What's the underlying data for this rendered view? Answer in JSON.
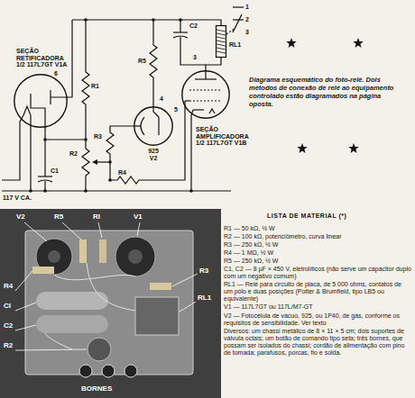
{
  "diagram": {
    "caption": "Diagrama esquemático do foto-relé. Dois métodos de conexão de relé ao equipamento controlado estão diagramados na página oposta.",
    "nodes": [
      {
        "text": [
          "SEÇÃO RETIFICADORA 1/2 117L7GT V1A"
        ]
      },
      {
        "text": [
          "925",
          "V2"
        ]
      },
      {
        "text": [
          "SEÇÃO AMPLIFICADORA 1/2 117L7GT V1B"
        ]
      },
      {
        "text": [
          "RL1"
        ]
      }
    ],
    "edges": [
      {
        "from": 2,
        "to": 3,
        "arrow": "none"
      }
    ],
    "labels": [
      "R1",
      "R2",
      "R3",
      "R4",
      "R5",
      "C1",
      "C2",
      "117 V CA.",
      "6",
      "4",
      "3",
      "5",
      "1",
      "2",
      "3",
      "LISTA DE MATERIAL (*)",
      "R1 — 50 kΩ, ½ W",
      "R2 — 100 kΩ, potenciômetro, curva linear",
      "R3 — 250 kΩ, ½ W",
      "R4 — 1 MΩ, ½ W",
      "R5 — 250 kΩ, ½ W",
      "C1, C2 — 8 µF × 450 V, eletrolíticos (não serve um capacitor duplo com um negativo comum)",
      "RL1 — Relé para circuito de placa, de 5 000 ohms, contatos de um pólo e duas posições (Potter & Brumfield, tipo LB5 ou equivalente)",
      "V1 — 117L7GT ou 117L/M7-GT",
      "V2 — Fotocélula de vácuo, 925, ou 1P40, de gás, conforme os requisitos de sensibilidade. Ver texto",
      "Diversos: um chassi metálico de 8 × 11 × 5 cm; dois suportes de válvula octais; um botão de comando tipo seta; três bornes, que possam ser isolados do chassi; cordão de alimentação com pino de tomada; parafusos, porcas, fio e solda.",
      "V2",
      "R5",
      "RI",
      "V1",
      "R4",
      "CI",
      "C2",
      "R2",
      "R3",
      "RL1",
      "BORNES"
    ]
  }
}
